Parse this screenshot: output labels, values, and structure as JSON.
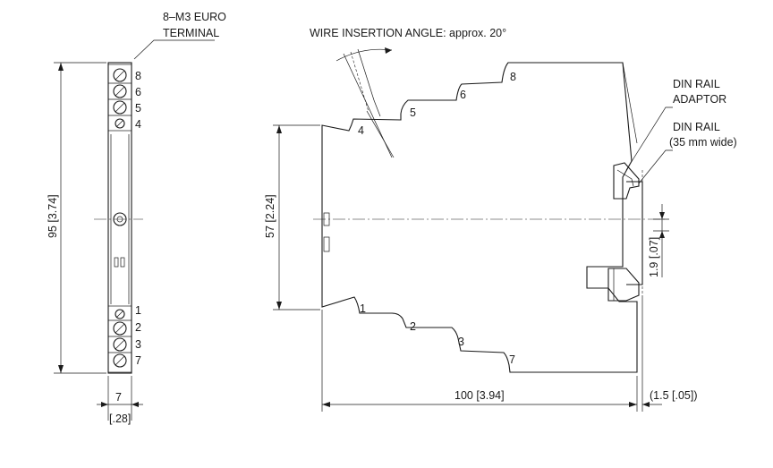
{
  "labels": {
    "terminal_note_line1": "8–M3 EURO",
    "terminal_note_line2": "TERMINAL",
    "wire_angle": "WIRE INSERTION ANGLE: approx. 20°",
    "din_adaptor_line1": "DIN RAIL",
    "din_adaptor_line2": "ADAPTOR",
    "din_rail_line1": "DIN RAIL",
    "din_rail_line2": "(35 mm wide)"
  },
  "dimensions": {
    "overall_height": "95 [3.74]",
    "body_height": "57 [2.24]",
    "width_top": "7",
    "width_bottom": "[.28]",
    "depth": "100 [3.94]",
    "rail_offset": "(1.5 [.05])",
    "rail_center": "1.9 [.07]"
  },
  "front_terminals": {
    "top": [
      "8",
      "6",
      "5",
      "4"
    ],
    "bottom": [
      "1",
      "2",
      "3",
      "7"
    ]
  },
  "side_terminals": {
    "top": [
      "4",
      "5",
      "6",
      "8"
    ],
    "bottom": [
      "1",
      "2",
      "3",
      "7"
    ]
  }
}
